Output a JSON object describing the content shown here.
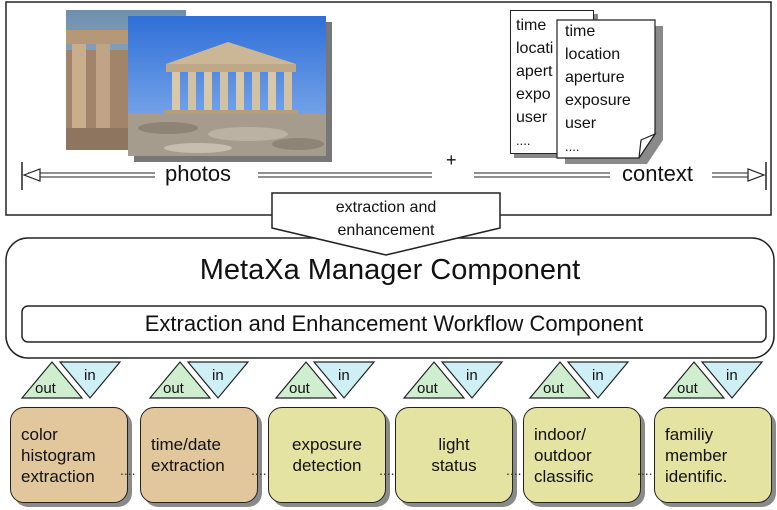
{
  "top": {
    "doc_back_lines": [
      "time",
      "locati",
      "apert",
      "expo",
      "user",
      "...."
    ],
    "doc_front_lines": [
      "time",
      "location",
      "aperture",
      "exposure",
      "user",
      "...."
    ],
    "photos_label": "photos",
    "plus": "+",
    "context_label": "context"
  },
  "arrow": {
    "line1": "extraction and",
    "line2": "enhancement"
  },
  "manager": {
    "title": "MetaXa Manager Component",
    "workflow": "Extraction and Enhancement Workflow Component"
  },
  "connector": {
    "out_label": "out",
    "in_label": "in"
  },
  "modules": [
    {
      "label": "color\nhistogram\nextraction",
      "style": "tan"
    },
    {
      "label": "time/date\nextraction",
      "style": "tan"
    },
    {
      "label": "exposure\ndetection",
      "style": "olive"
    },
    {
      "label": "light\nstatus",
      "style": "olive"
    },
    {
      "label": "indoor/\noutdoor\nclassific",
      "style": "olive"
    },
    {
      "label": "familiy\nmember\nidentific.",
      "style": "olive"
    }
  ],
  "separator": "....",
  "colors": {
    "module_tan": "#e2c79c",
    "module_olive": "#e5e3a1",
    "out_triangle": "#cfeecf",
    "in_triangle": "#cdeff5",
    "sky": "#2f6fd8"
  }
}
